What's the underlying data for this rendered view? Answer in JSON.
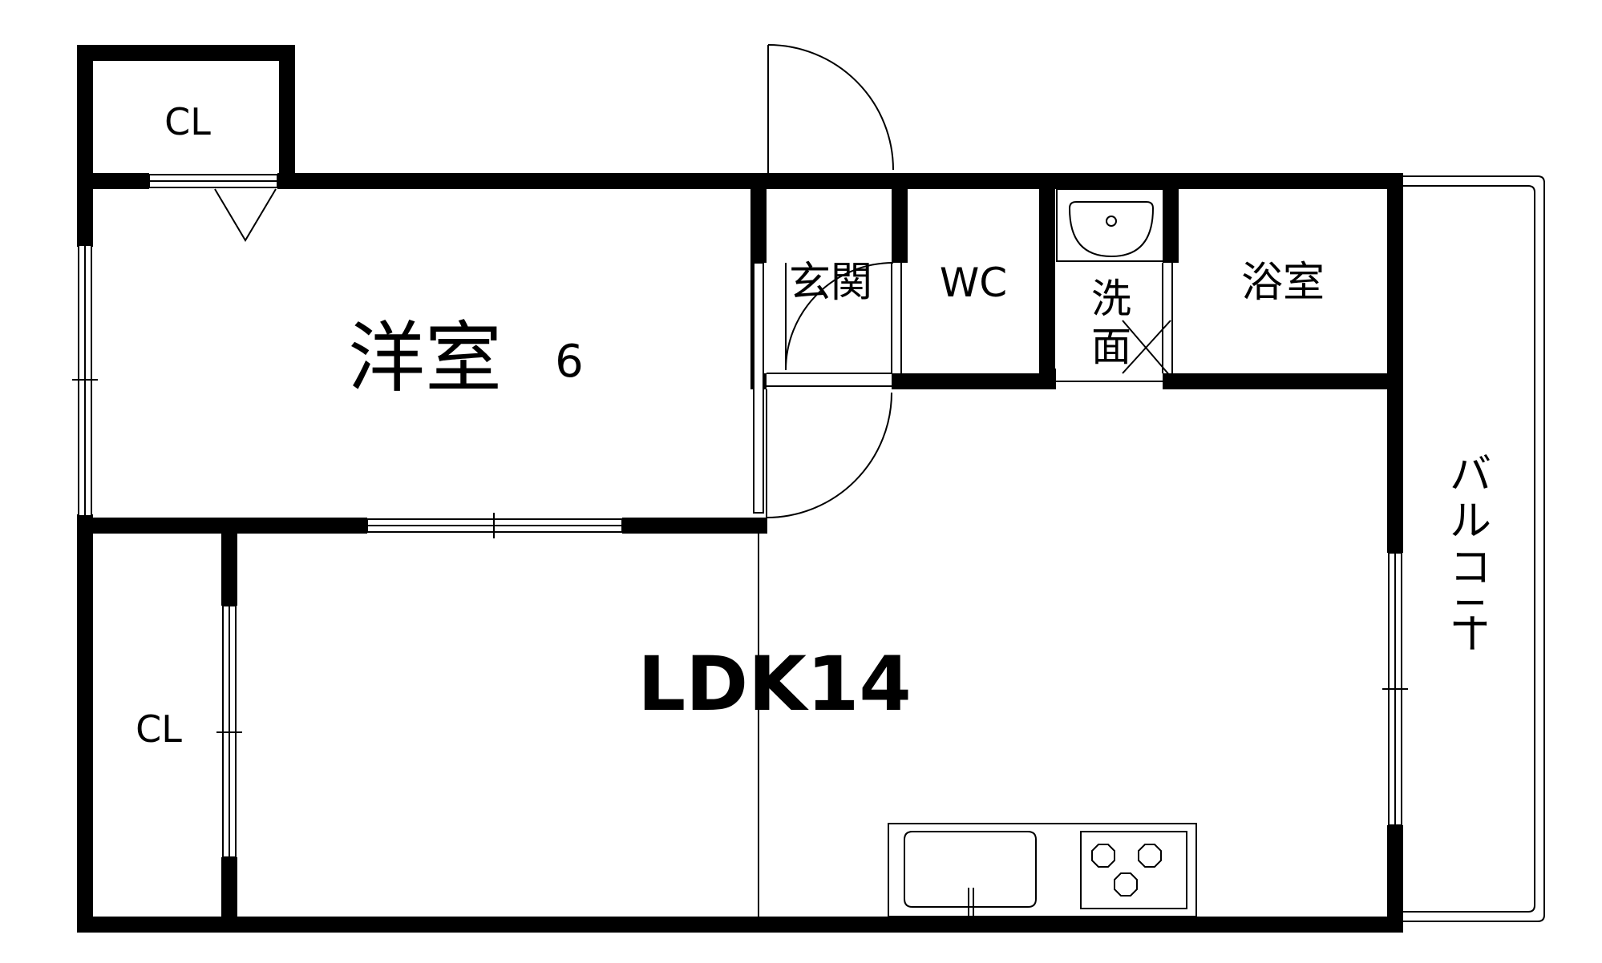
{
  "rooms": {
    "closet_top": "CL",
    "western_room": "洋室",
    "western_room_size": "6",
    "entrance": "玄関",
    "toilet": "WC",
    "washroom_line1": "洗",
    "washroom_line2": "面",
    "bathroom": "浴室",
    "ldk": "LDK14",
    "closet_bottom": "CL",
    "balcony": [
      "バ",
      "ル",
      "コ",
      "ニ",
      "ー"
    ]
  }
}
